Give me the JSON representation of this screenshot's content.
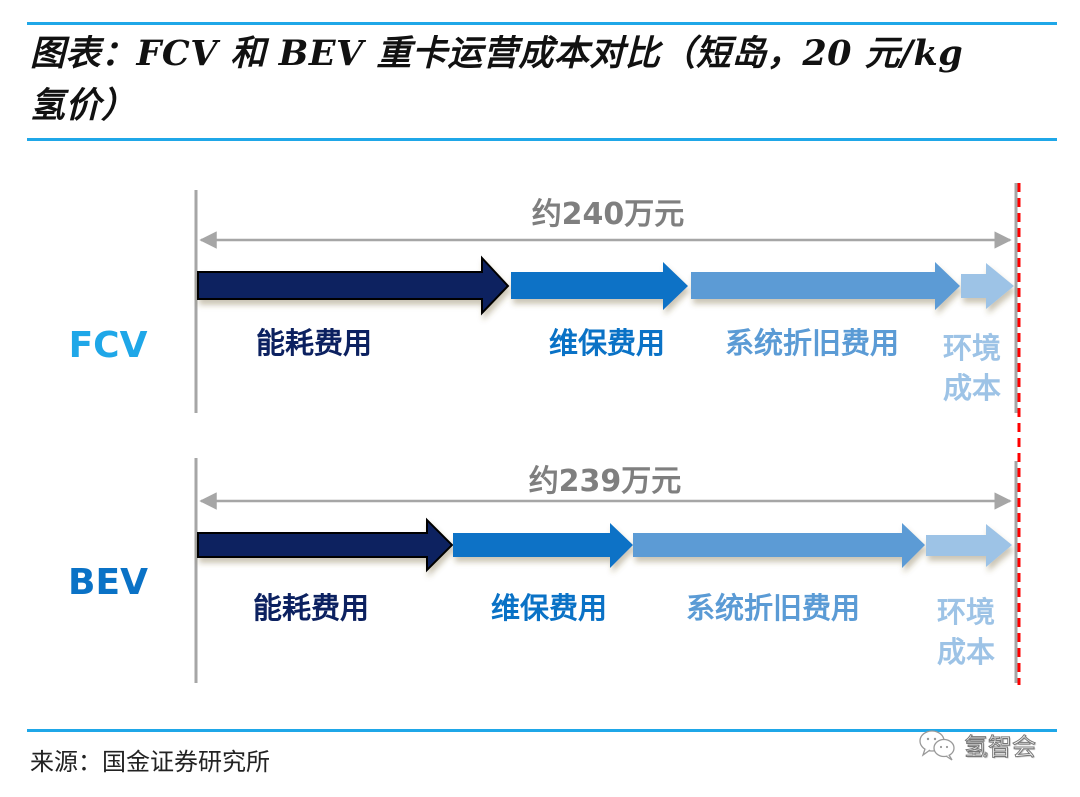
{
  "header": {
    "title_line1": "图表：FCV 和 BEV 重卡运营成本对比（短岛，20 元/kg",
    "title_line2": "氢价）"
  },
  "diagram": {
    "rows": [
      {
        "name": "FCV",
        "label_color": "#1fa7e8",
        "total_label": "约240万元",
        "total_value_wan_yuan": 240,
        "segments": [
          {
            "label": "能耗费用",
            "color": "#0c2160",
            "text_color": "#0c2160"
          },
          {
            "label": "维保费用",
            "color": "#0a72c6",
            "text_color": "#0a72c6"
          },
          {
            "label": "系统折旧费用",
            "color": "#5b9bd5",
            "text_color": "#5b9bd5"
          },
          {
            "label": "环境成本",
            "label_l1": "环境",
            "label_l2": "成本",
            "color": "#9dc3e6",
            "text_color": "#9dc3e6"
          }
        ]
      },
      {
        "name": "BEV",
        "label_color": "#0a72c6",
        "total_label": "约239万元",
        "total_value_wan_yuan": 239,
        "segments": [
          {
            "label": "能耗费用",
            "color": "#0c2160",
            "text_color": "#0c2160"
          },
          {
            "label": "维保费用",
            "color": "#0a72c6",
            "text_color": "#0a72c6"
          },
          {
            "label": "系统折旧费用",
            "color": "#5b9bd5",
            "text_color": "#5b9bd5"
          },
          {
            "label": "环境成本",
            "label_l1": "环境",
            "label_l2": "成本",
            "color": "#9dc3e6",
            "text_color": "#9dc3e6"
          }
        ]
      }
    ],
    "reference_line_color": "#ff0000",
    "bracket_color": "#a6a6a6"
  },
  "footer": {
    "source": "来源：国金证券研究所",
    "watermark": "氢智会",
    "watermark_icon": "wechat-icon"
  }
}
